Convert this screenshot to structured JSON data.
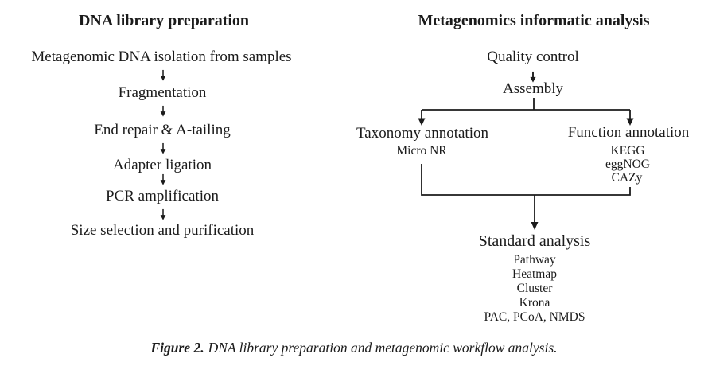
{
  "figure": {
    "background_color": "#ffffff",
    "text_color": "#1b1b1b",
    "line_color": "#1b1b1b"
  },
  "left_flow": {
    "title": "DNA library preparation",
    "steps": [
      "Metagenomic DNA isolation from samples",
      "Fragmentation",
      "End repair & A-tailing",
      "Adapter ligation",
      "PCR amplification",
      "Size selection and purification"
    ]
  },
  "right_flow": {
    "title": "Metagenomics informatic analysis",
    "steps": [
      "Quality control",
      "Assembly"
    ],
    "branches": [
      {
        "label": "Taxonomy annotation",
        "items": [
          "Micro NR"
        ]
      },
      {
        "label": "Function annotation",
        "items": [
          "KEGG",
          "eggNOG",
          "CAZy"
        ]
      }
    ],
    "merge": {
      "label": "Standard analysis",
      "items": [
        "Pathway",
        "Heatmap",
        "Cluster",
        "Krona",
        "PAC, PCoA, NMDS"
      ]
    }
  },
  "caption": {
    "label": "Figure 2.",
    "text": "DNA library preparation and metagenomic workflow analysis."
  }
}
